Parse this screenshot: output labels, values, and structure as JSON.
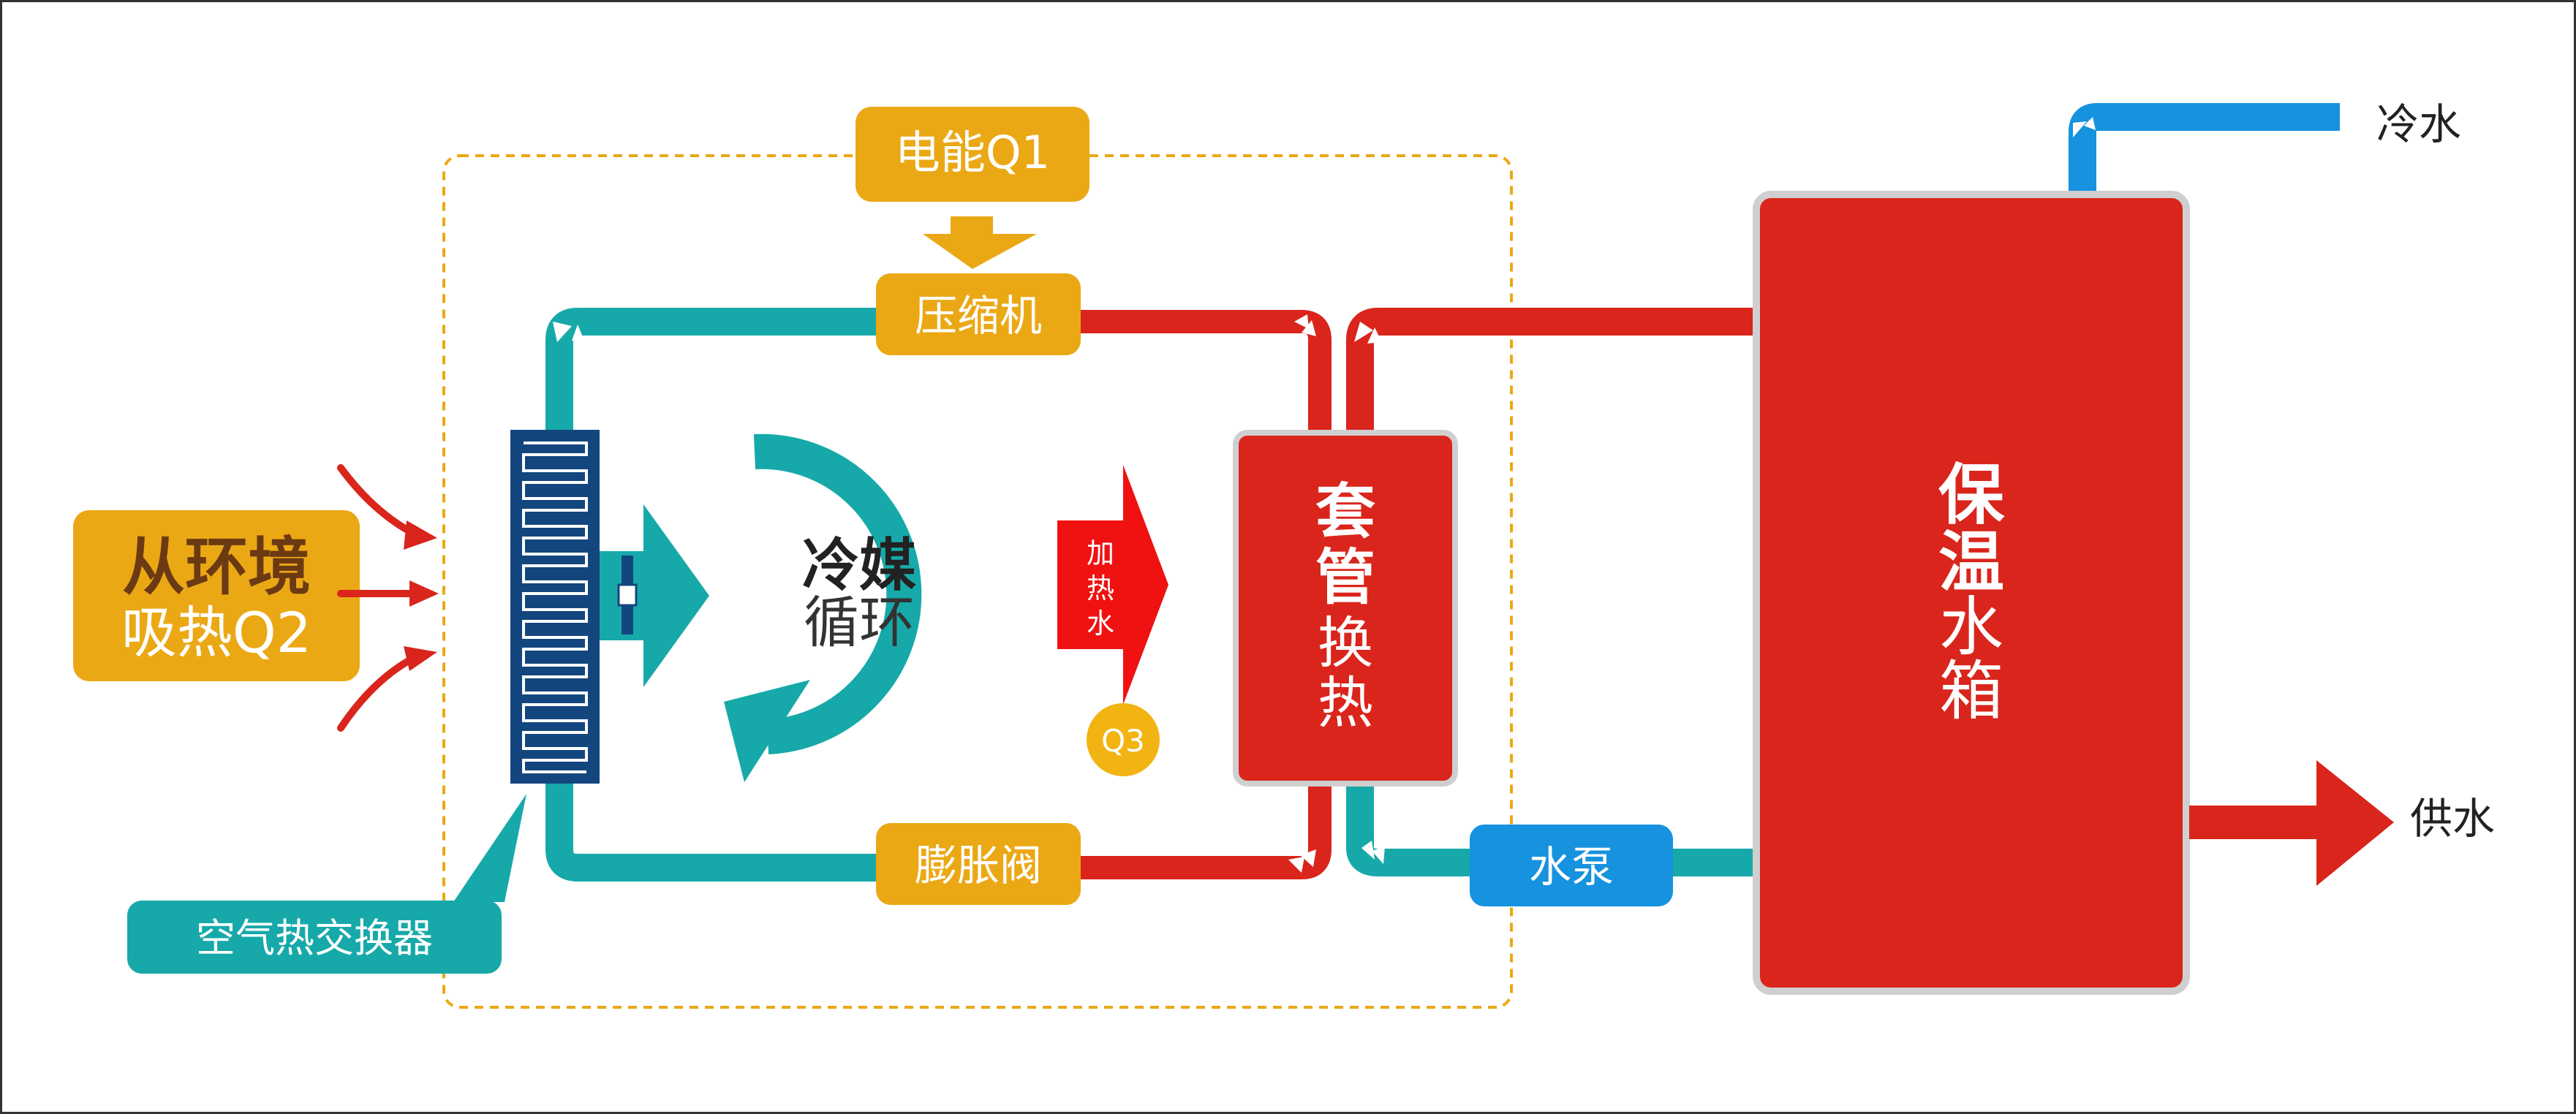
{
  "colors": {
    "teal": "#17A9A9",
    "red": "#D9251C",
    "orange": "#EBA815",
    "blue": "#1692DE",
    "navy": "#13467E",
    "brown": "#6B3A12",
    "yellow_circle": "#F2B413",
    "arrow_red": "#F01111"
  },
  "labels": {
    "electric": "电能Q1",
    "compressor": "压缩机",
    "valve": "膨胀阀",
    "pump": "水泵",
    "air_exchanger": "空气热交换器",
    "env_line1": "从环境",
    "env_line2": "吸热Q2",
    "refrigerant_line1": "冷媒",
    "refrigerant_line2": "循环",
    "heating_water": [
      "加",
      "热",
      "水"
    ],
    "q3": "Q3",
    "tube_exchanger": [
      "套",
      "管",
      "换",
      "热"
    ],
    "tank": [
      "保",
      "温",
      "水",
      "箱"
    ],
    "cold_water": "冷水",
    "supply_water": "供水"
  },
  "icons": [
    "flow-direction-icon",
    "fan-icon",
    "incoming-heat-arrow-icon"
  ]
}
